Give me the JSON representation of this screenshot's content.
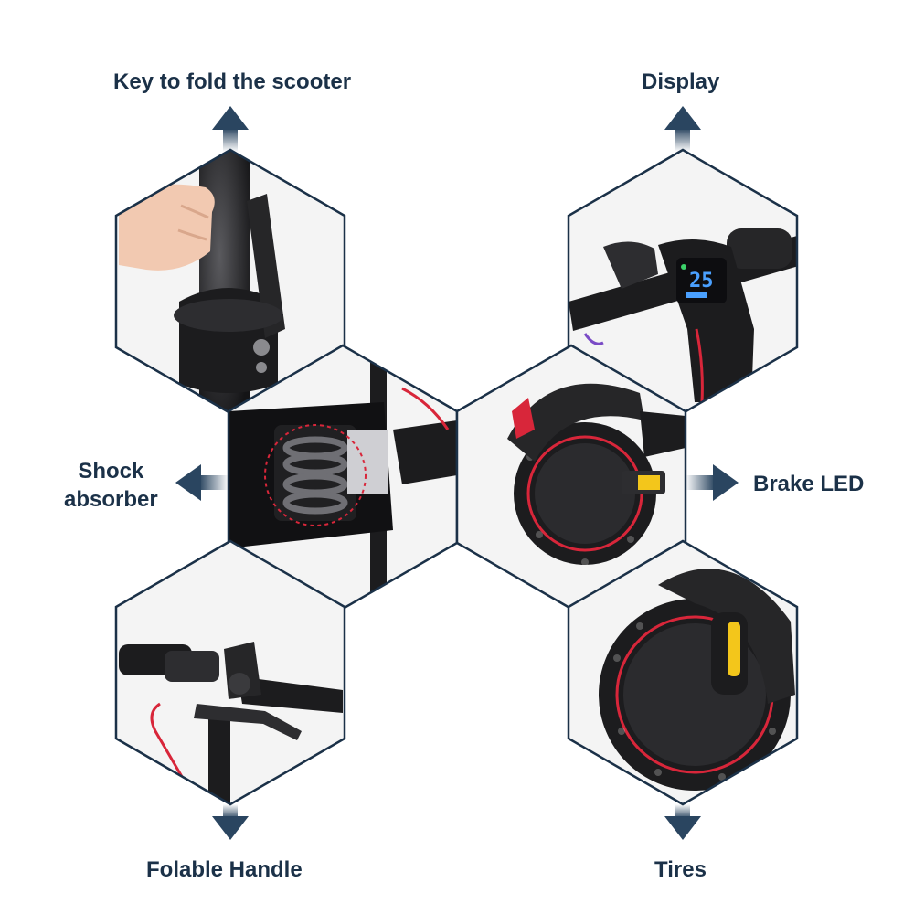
{
  "labels": {
    "fold_key": "Key to fold the scooter",
    "display": "Display",
    "shock_line1": "Shock",
    "shock_line2": "absorber",
    "brake_led": "Brake LED",
    "folable_handle": "Folable Handle",
    "tires": "Tires"
  },
  "display_readout": "25",
  "colors": {
    "hex_border": "#1b3148",
    "arrow": "#2a4560",
    "label": "#1b3148",
    "accent_red": "#d8263a",
    "reflector": "#f3c61b",
    "scooter_black": "#1c1c1e",
    "display_blue": "#4aa0ff"
  }
}
